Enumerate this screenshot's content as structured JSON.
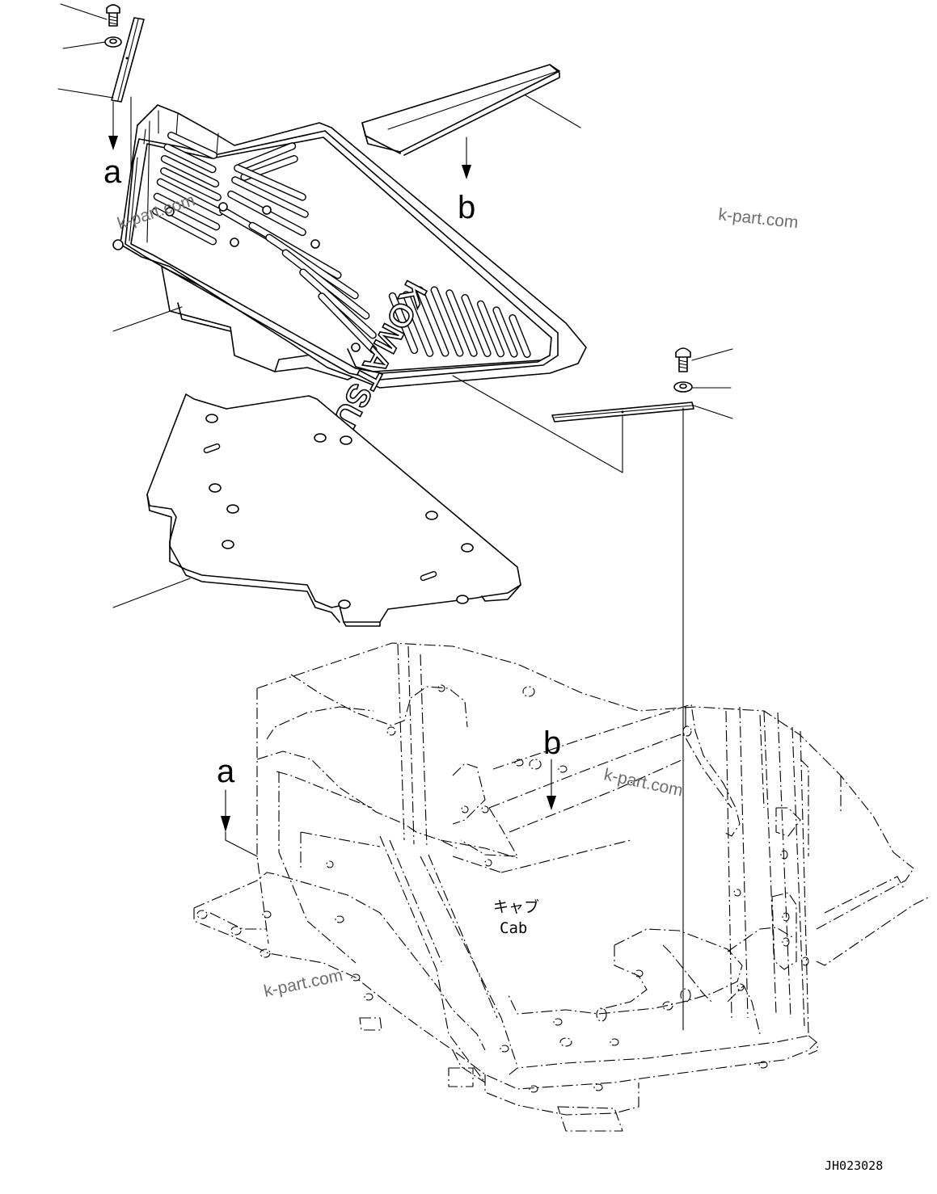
{
  "labels": {
    "a_top": "a",
    "b_top": "b",
    "a_bottom": "a",
    "b_bottom": "b"
  },
  "watermarks": [
    "k-part.com",
    "k-part.com",
    "k-part.com",
    "k-part.com"
  ],
  "cab_label": {
    "japanese": "キャブ",
    "english": "Cab"
  },
  "brand_logo": "KOMATSU",
  "drawing_code": "JH023028"
}
